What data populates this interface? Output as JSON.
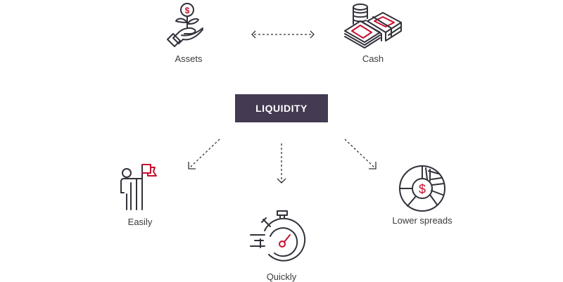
{
  "diagram": {
    "center": {
      "label": "LIQUIDITY",
      "color": "#443a52"
    },
    "top_nodes": [
      {
        "label": "Assets",
        "icon": "hand-plant-dollar-icon"
      },
      {
        "label": "Cash",
        "icon": "cash-stack-coins-icon"
      }
    ],
    "bottom_nodes": [
      {
        "label": "Easily",
        "icon": "person-flag-icon"
      },
      {
        "label": "Quickly",
        "icon": "stopwatch-icon"
      },
      {
        "label": "Lower spreads",
        "icon": "dollar-pie-chart-icon"
      }
    ],
    "connectors": {
      "top": "bidirectional-dashed-arrow",
      "bottom": [
        "dashed-arrow-down-left",
        "dashed-arrow-down",
        "dashed-arrow-down-right"
      ]
    },
    "colors": {
      "accent": "#c8102e",
      "icon_stroke": "#33313a"
    }
  }
}
